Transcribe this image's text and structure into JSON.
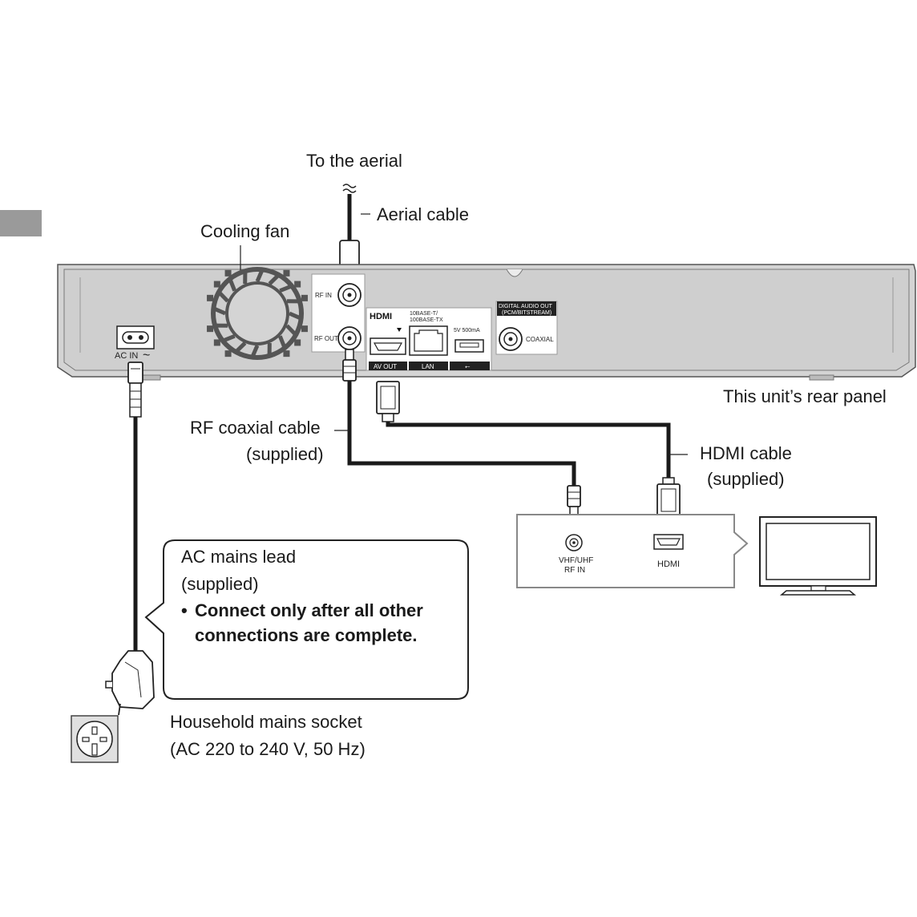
{
  "labels": {
    "to_aerial": "To the aerial",
    "aerial_cable": "Aerial cable",
    "cooling_fan": "Cooling fan",
    "rear_panel": "This unit’s rear panel",
    "rf_cable_1": "RF coaxial cable",
    "rf_cable_2": "(supplied)",
    "hdmi_cable_1": "HDMI cable",
    "hdmi_cable_2": "(supplied)",
    "socket_1": "Household mains socket",
    "socket_2": "(AC 220 to 240 V, 50 Hz)"
  },
  "callout": {
    "line1": "AC mains lead",
    "line2": "(supplied)",
    "bullet": "•",
    "note_1": "Connect only after all other",
    "note_2": "connections are complete."
  },
  "panel_ports": {
    "ac_in": "AC IN",
    "ac_symbol": "~",
    "rf_in": "RF IN",
    "rf_out": "RF OUT",
    "hdmi_logo": "HDMI",
    "av_out": "AV OUT",
    "lan_top_1": "10BASE-T/",
    "lan_top_2": "100BASE-TX",
    "lan": "LAN",
    "usb_spec": "5V 500mA",
    "usb_symbol": "⭠",
    "digital_audio_1": "DIGITAL AUDIO OUT",
    "digital_audio_2": "(PCM/BITSTREAM)",
    "coaxial": "COAXIAL"
  },
  "tv_ports": {
    "rf_in_1": "VHF/UHF",
    "rf_in_2": "RF IN",
    "hdmi": "HDMI"
  },
  "colors": {
    "unit_body": "#d6d6d6",
    "unit_stroke": "#555555",
    "cable": "#1a1a1a",
    "tab": "#999999"
  }
}
